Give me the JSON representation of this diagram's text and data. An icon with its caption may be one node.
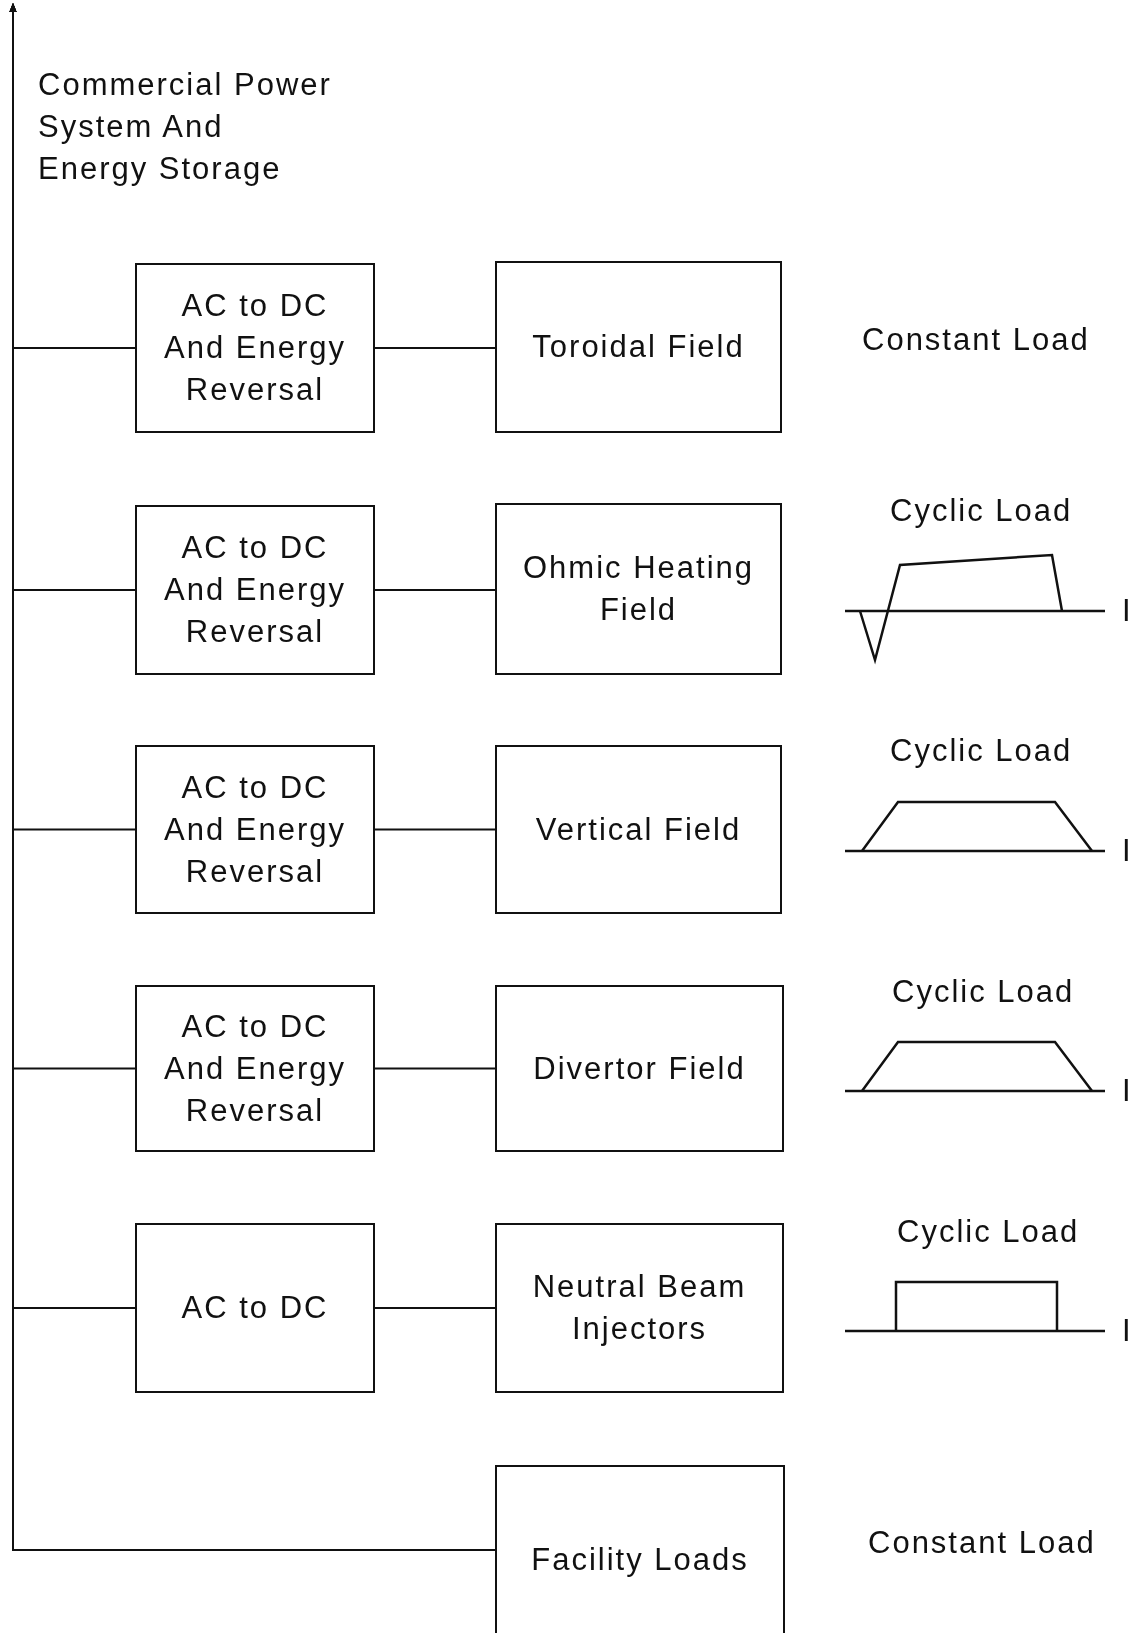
{
  "diagram": {
    "nodes": [
      {
        "text": [
          "Commercial Power System And Energy Storage"
        ]
      },
      {
        "text": [
          "AC to DC And Energy Reversal"
        ]
      },
      {
        "text": [
          "Toroidal Field"
        ],
        "beside": [
          "Constant Load"
        ]
      },
      {
        "text": [
          "AC to DC And Energy Reversal"
        ]
      },
      {
        "text": [
          "Ohmic Heating Field"
        ],
        "beside": [
          "Cyclic Load"
        ]
      },
      {
        "text": [
          "AC to DC And Energy Reversal"
        ]
      },
      {
        "text": [
          "Vertical Field"
        ],
        "beside": [
          "Cyclic Load"
        ]
      },
      {
        "text": [
          "AC to DC And Energy Reversal"
        ]
      },
      {
        "text": [
          "Divertor Field"
        ],
        "beside": [
          "Cyclic Load"
        ]
      },
      {
        "text": [
          "AC to DC"
        ]
      },
      {
        "text": [
          "Neutral Beam Injectors"
        ],
        "beside": [
          "Cyclic Load"
        ]
      },
      {
        "text": [
          "Facility Loads"
        ],
        "beside": [
          "Constant Load"
        ]
      }
    ],
    "edges": [
      {
        "from": 1,
        "to": 0,
        "arrow": "to"
      },
      {
        "from": 1,
        "to": 2,
        "arrow": "none"
      },
      {
        "from": 3,
        "to": 0,
        "arrow": "to"
      },
      {
        "from": 3,
        "to": 4,
        "arrow": "none"
      },
      {
        "from": 5,
        "to": 0,
        "arrow": "to"
      },
      {
        "from": 5,
        "to": 6,
        "arrow": "none"
      },
      {
        "from": 7,
        "to": 0,
        "arrow": "to"
      },
      {
        "from": 7,
        "to": 8,
        "arrow": "none"
      },
      {
        "from": 9,
        "to": 0,
        "arrow": "to"
      },
      {
        "from": 9,
        "to": 10,
        "arrow": "none"
      },
      {
        "from": 11,
        "to": 0,
        "arrow": "to"
      }
    ],
    "labels": [
      "I",
      "I",
      "I",
      "I"
    ]
  }
}
